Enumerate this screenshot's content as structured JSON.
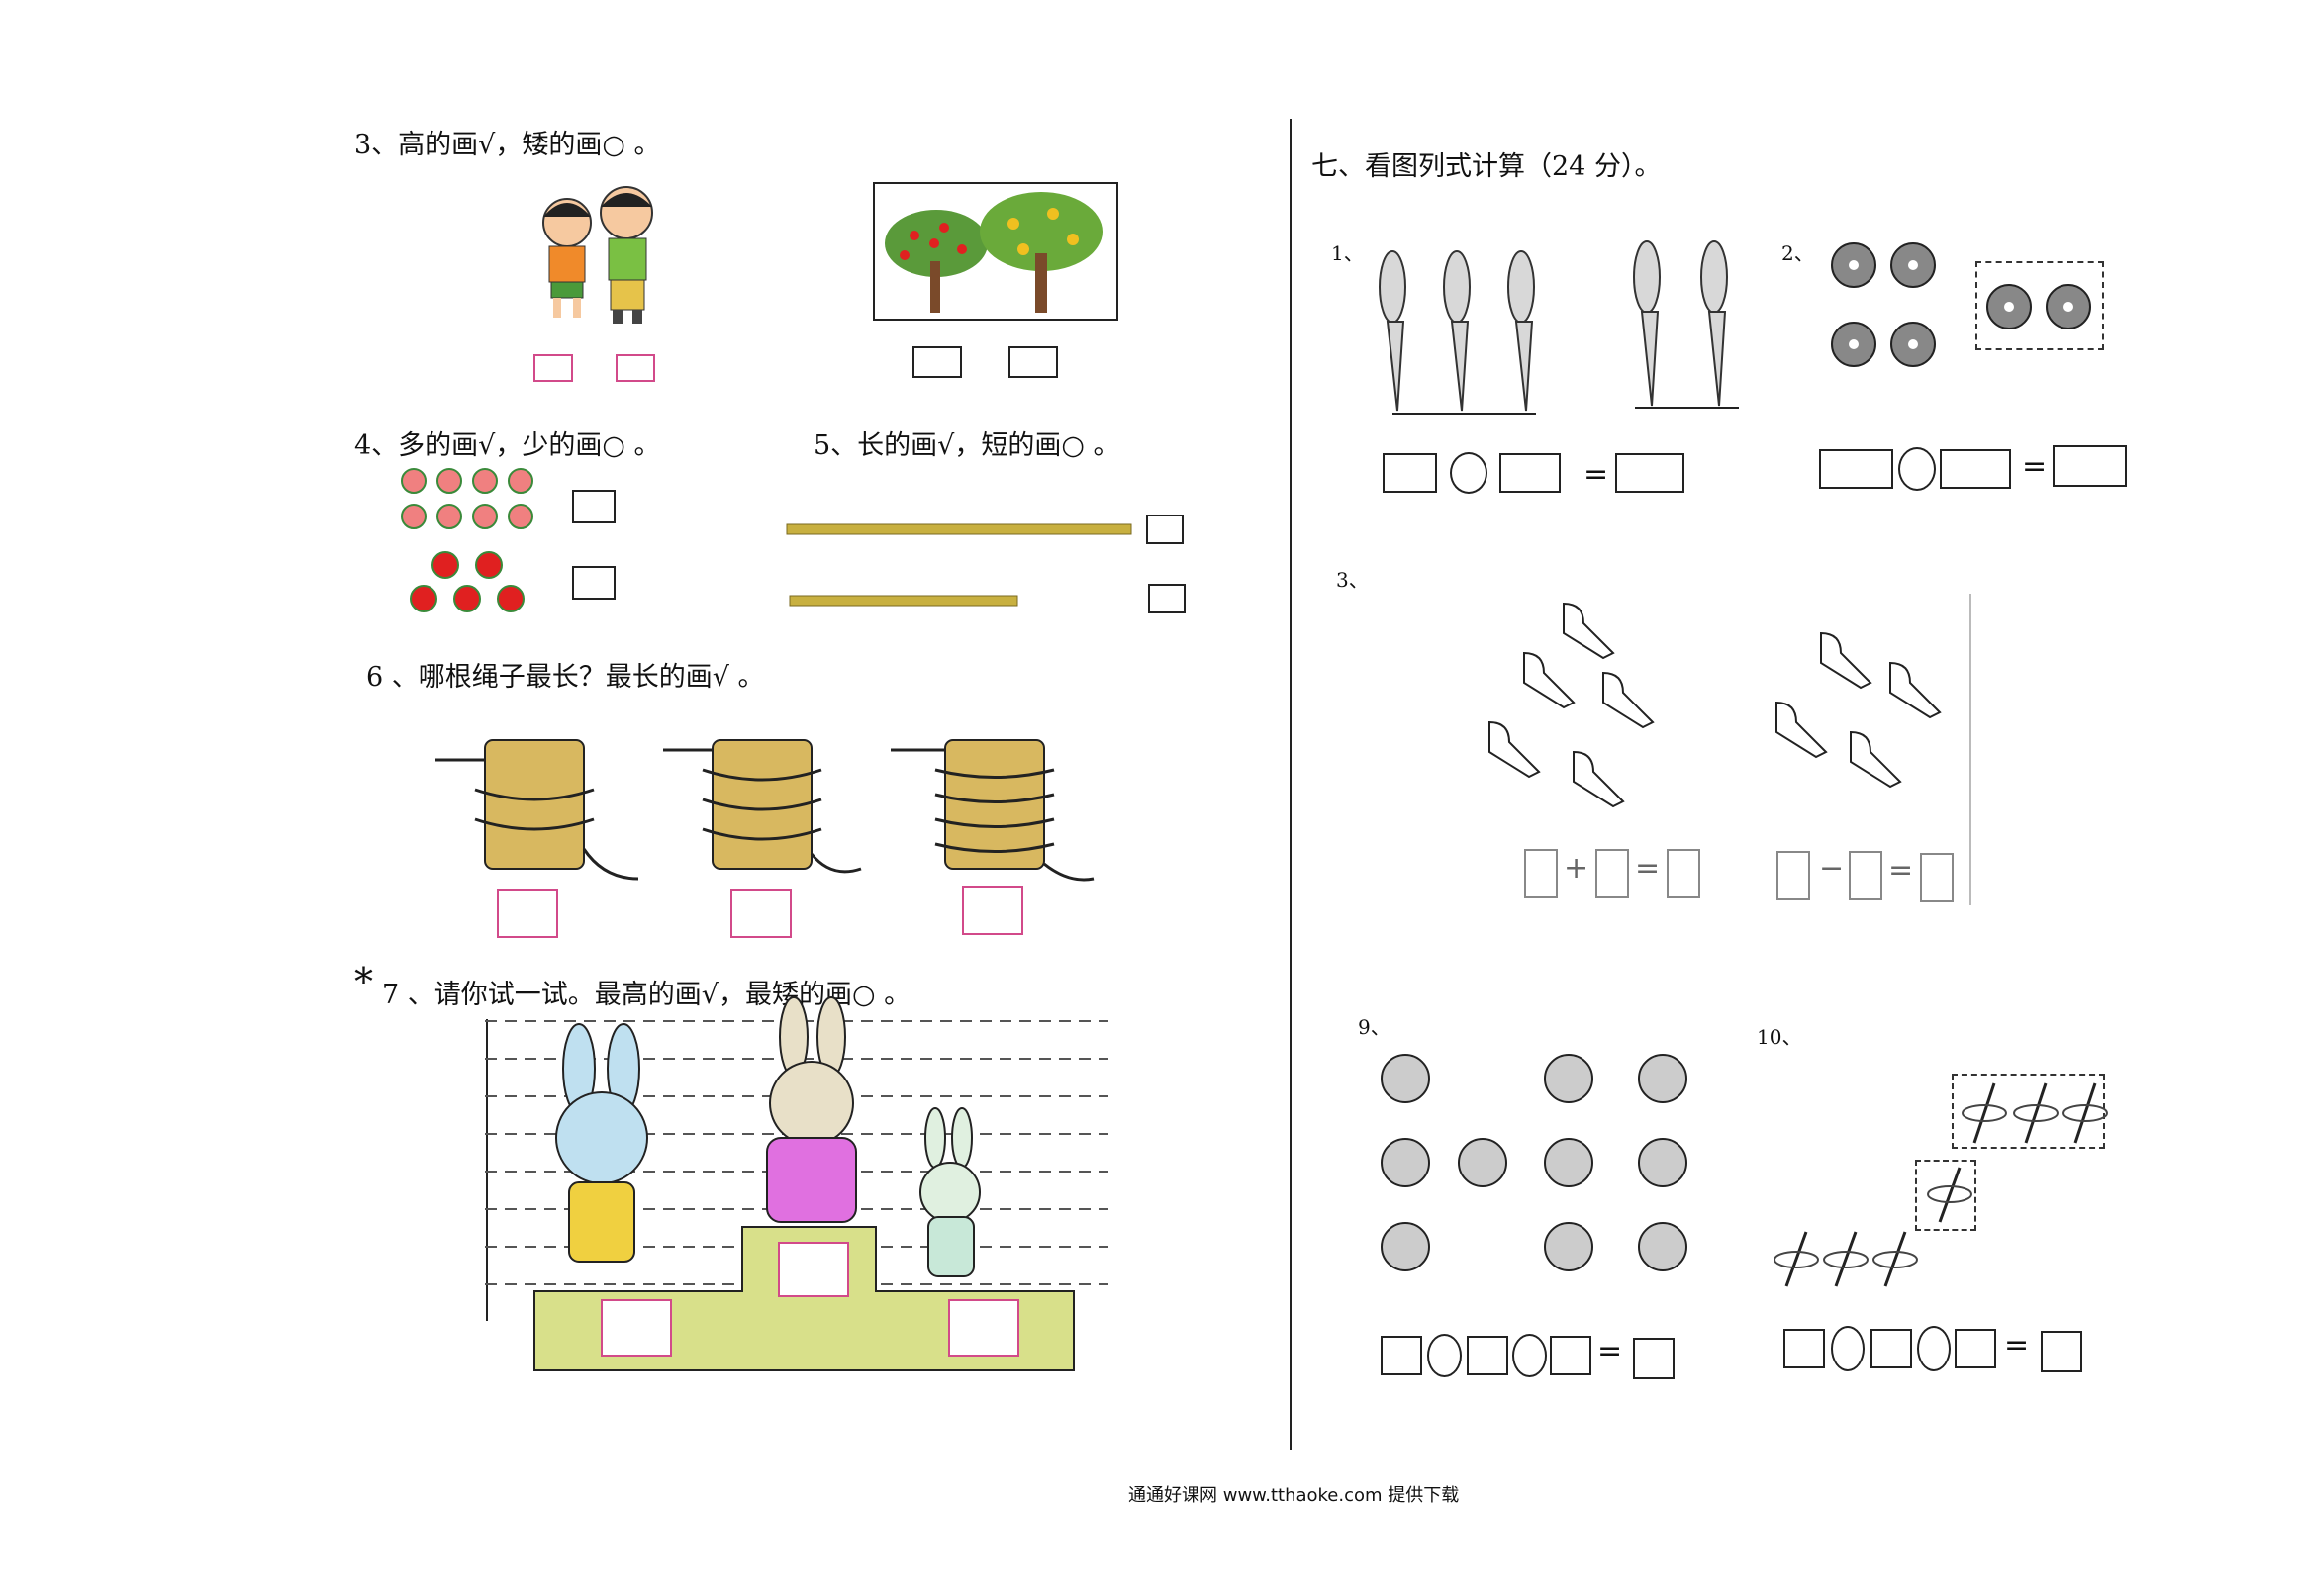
{
  "left": {
    "q3": {
      "text": "3、高的画√，矮的画○ 。"
    },
    "q4": {
      "text": "4、多的画√，少的画○ 。"
    },
    "q5": {
      "text": "5、长的画√，短的画○ 。"
    },
    "q6": {
      "text": "6 、哪根绳子最长？最长的画√ 。"
    },
    "q7": {
      "star": "*",
      "text": "7 、请你试一试。最高的画√，最矮的画○ 。"
    }
  },
  "right": {
    "section_title": "七、看图列式计算（24 分）。",
    "p1": {
      "label": "1、",
      "eq": "="
    },
    "p2": {
      "label": "2、",
      "eq": "="
    },
    "p3": {
      "label": "3、",
      "plus": "+",
      "minus": "−",
      "eq": "="
    },
    "p9": {
      "label": "9、",
      "eq": "="
    },
    "p10": {
      "label": "10、",
      "eq": "="
    }
  },
  "footer": {
    "text": "通通好课网 www.tthaoke.com 提供下载"
  },
  "colors": {
    "pink_box": "#d24a8a",
    "ink": "#222222"
  }
}
